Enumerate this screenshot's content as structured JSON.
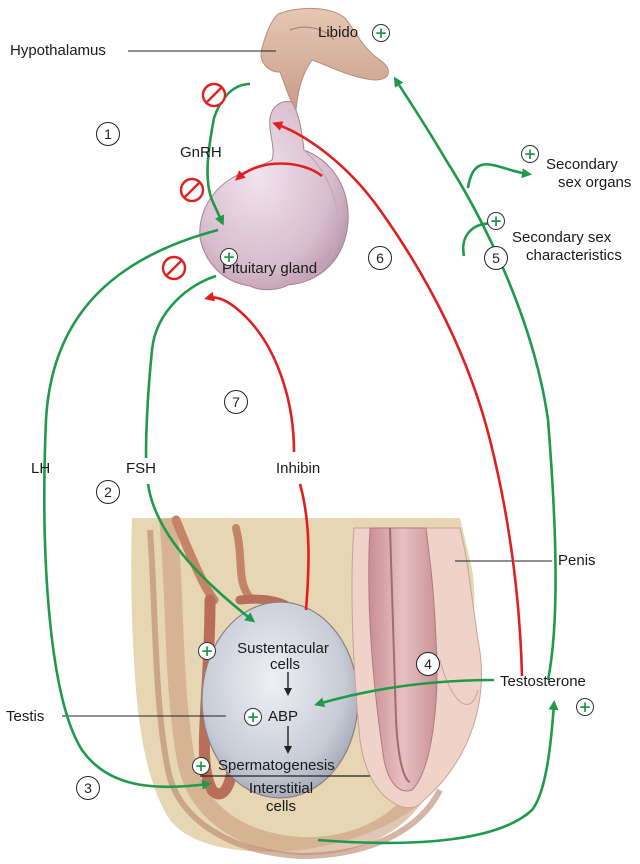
{
  "labels": {
    "hypothalamus": "Hypothalamus",
    "libido": "Libido",
    "gnrh": "GnRH",
    "pituitary": "Pituitary gland",
    "secondary_organs_line1": "Secondary",
    "secondary_organs_line2": "sex organs",
    "secondary_char_line1": "Secondary sex",
    "secondary_char_line2": "characteristics",
    "lh": "LH",
    "fsh": "FSH",
    "inhibin": "Inhibin",
    "penis": "Penis",
    "sustentacular_line1": "Sustentacular",
    "sustentacular_line2": "cells",
    "abp": "ABP",
    "testis": "Testis",
    "spermatogenesis": "Spermatogenesis",
    "interstitial_line1": "Interstitial",
    "interstitial_line2": "cells",
    "testosterone": "Testosterone"
  },
  "steps": [
    "1",
    "2",
    "3",
    "4",
    "5",
    "6",
    "7"
  ],
  "plus_symbol": "+",
  "colors": {
    "stimulatory": "#1f9a4a",
    "inhibitory": "#e02020"
  }
}
